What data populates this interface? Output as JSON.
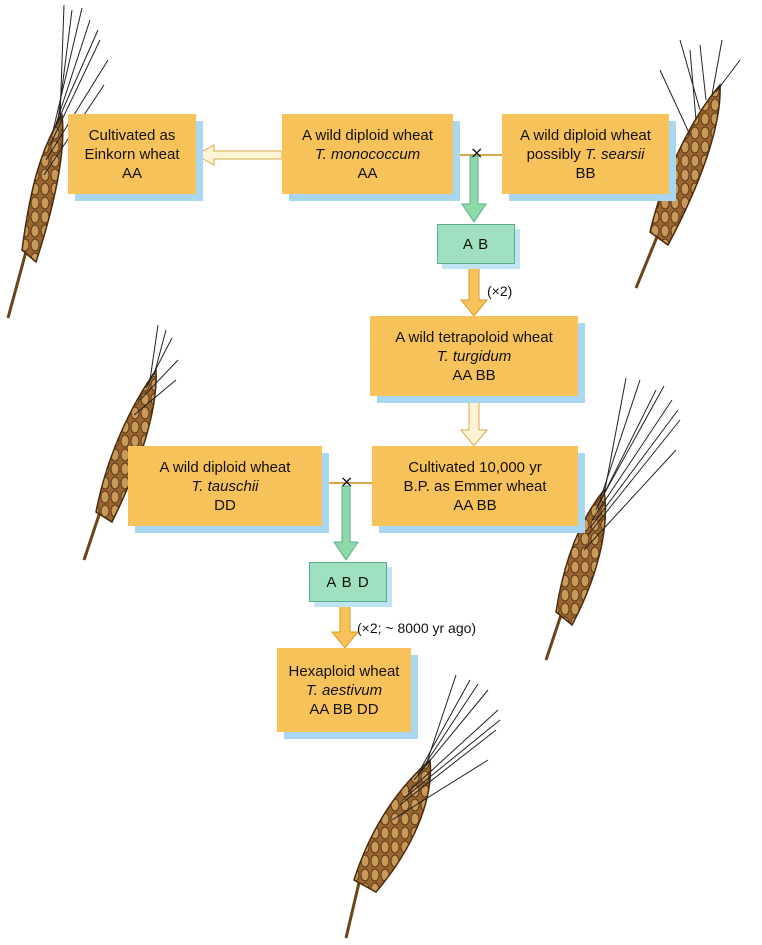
{
  "boxes": {
    "einkorn": {
      "l1": "Cultivated as",
      "l2": "Einkorn wheat",
      "l3": "AA"
    },
    "monococcum": {
      "l1": "A wild diploid wheat",
      "l2": "T. monococcum",
      "l3": "AA"
    },
    "searsii": {
      "l1": "A wild diploid wheat",
      "l2a": "possibly ",
      "l2b": "T. searsii",
      "l3": "BB"
    },
    "ab": {
      "label": "A B"
    },
    "turgidum": {
      "l1": "A wild tetrapoloid wheat",
      "l2": "T. turgidum",
      "l3": "AA BB"
    },
    "tauschii": {
      "l1": "A wild diploid wheat",
      "l2": "T. tauschii",
      "l3": "DD"
    },
    "emmer": {
      "l1": "Cultivated 10,000 yr",
      "l2": "B.P. as Emmer wheat",
      "l3": "AA BB"
    },
    "abd": {
      "label": "A B D"
    },
    "aestivum": {
      "l1": "Hexaploid wheat",
      "l2": "T. aestivum",
      "l3": "AA BB DD"
    }
  },
  "labels": {
    "x2_first": "(×2)",
    "x2_second": "(×2; ~ 8000 yr ago)",
    "cross": "×"
  },
  "colors": {
    "box_fill": "#f8c25a",
    "box_shadow": "#a9d7f1",
    "hybrid_fill": "#9ee0c0",
    "arrow_green": "#8ed9a8",
    "arrow_orange": "#f8c25a",
    "arrow_pale": "#fff3d6",
    "wheat": "#8a5a24"
  }
}
